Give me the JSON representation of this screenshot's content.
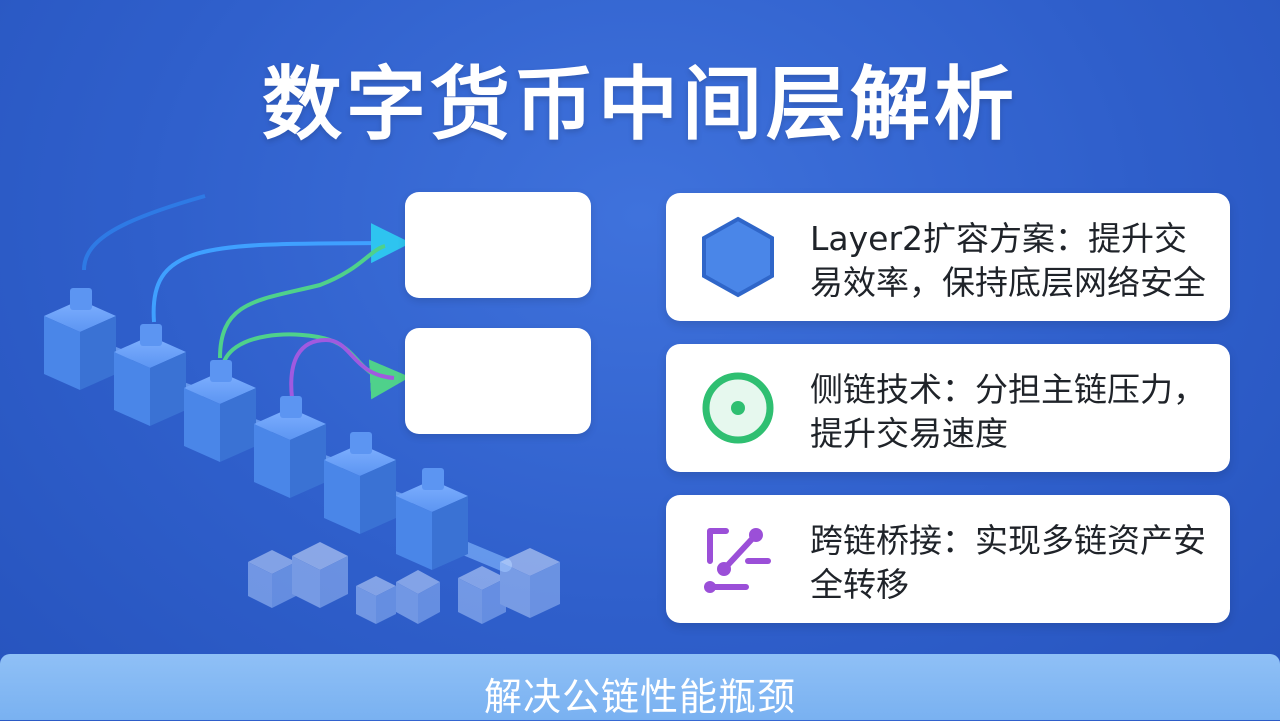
{
  "title": "数字货币中间层解析",
  "cards": [
    {
      "icon": "hexagon-icon",
      "text": "Layer2扩容方案：提升交易效率，保持底层网络安全"
    },
    {
      "icon": "ring-dot-icon",
      "text": "侧链技术：分担主链压力，提升交易速度"
    },
    {
      "icon": "bridge-link-icon",
      "text": "跨链桥接：实现多链资产安全转移"
    }
  ],
  "footer": "解决公链性能瓶颈",
  "colors": {
    "background": "#2f5fcb",
    "block": "#4a86e8",
    "arrow_blue": "#2ec4f0",
    "arrow_green": "#4fd18b",
    "arrow_purple": "#a05ae0",
    "icon_blue": "#4a86e8",
    "icon_green": "#2fbf71",
    "icon_purple": "#9b4fd8",
    "footer_bar": "#85b8f4"
  }
}
